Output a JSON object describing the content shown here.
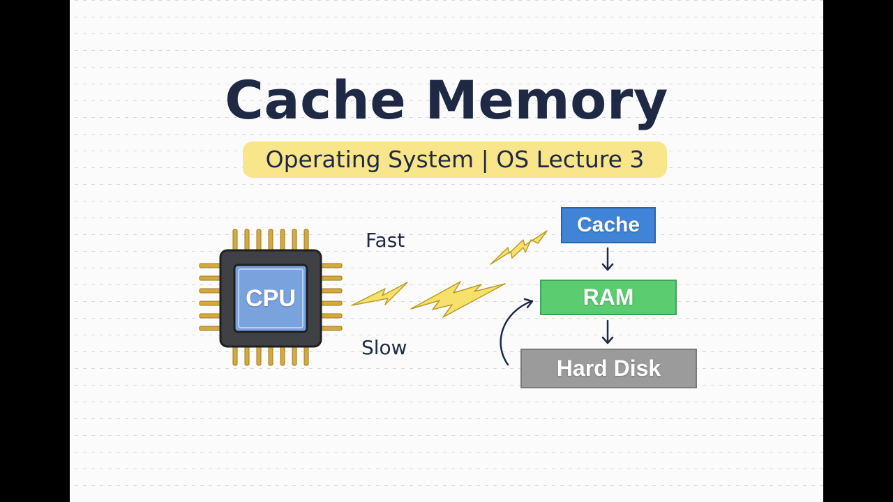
{
  "title": "Cache Memory",
  "subtitle": "Operating System | OS Lecture 3",
  "cpu_label": "CPU",
  "fast_label": "Fast",
  "slow_label": "Slow",
  "memory": {
    "cache": "Cache",
    "ram": "RAM",
    "hard_disk": "Hard Disk"
  },
  "colors": {
    "title": "#1f2944",
    "highlight": "#f9e58a",
    "cache": "#3f84d6",
    "ram": "#5ccc71",
    "hard_disk": "#9b9b9b",
    "lightning": "#f6e16a",
    "pins": "#d4aa3c"
  },
  "icons": [
    "cpu-chip-icon",
    "lightning-bolt-icon",
    "arrow-down-icon",
    "curved-arrow-icon"
  ]
}
